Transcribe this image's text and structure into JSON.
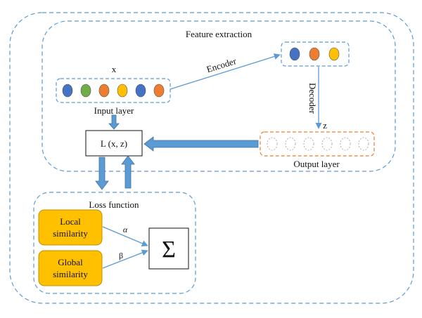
{
  "labels": {
    "feature_extraction": "Feature extraction",
    "x": "x",
    "encoder": "Encoder",
    "decoder": "Decoder",
    "z": "z",
    "input_layer": "Input layer",
    "output_layer": "Output layer",
    "loss_box": "L (x, z)",
    "loss_function": "Loss function",
    "local_line1": "Local",
    "local_line2": "similarity",
    "global_line1": "Global",
    "global_line2": "similarity",
    "alpha": "α",
    "beta": "β",
    "sum_symbol": "Σ"
  },
  "colors": {
    "dashed_border": "#5b9bd5",
    "output_border": "#ed7d31",
    "arrow_fill": "#5b9bd5",
    "arrow_stroke": "#41719c",
    "similarity_fill": "#ffc000",
    "similarity_stroke": "#bf9000",
    "blue_node": "#4472c4",
    "green_node": "#70ad47",
    "orange_node": "#ed7d31",
    "yellow_node": "#ffc000"
  },
  "input_nodes": [
    "blue_node",
    "green_node",
    "orange_node",
    "yellow_node",
    "blue_node",
    "orange_node"
  ],
  "encoded_nodes": [
    "blue_node",
    "orange_node",
    "yellow_node"
  ],
  "output_node_count": 6
}
